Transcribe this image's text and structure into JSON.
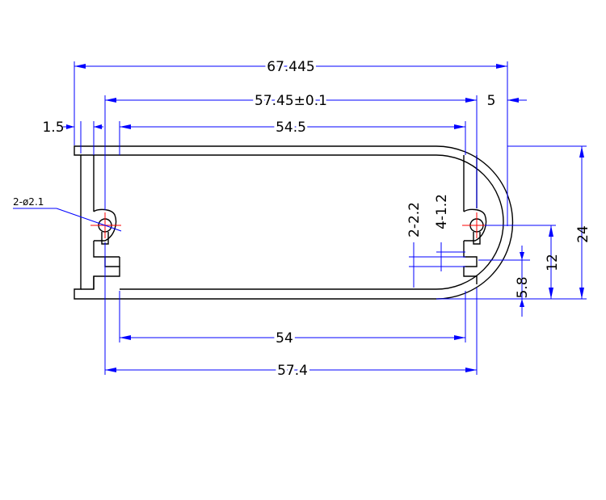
{
  "dimensions": {
    "overall_width": "67.445",
    "slot_span": "57.45±0.1",
    "tip_offset": "5",
    "wall_thickness": "1.5",
    "inner_top": "54.5",
    "hole_callout": "2-ø2.1",
    "gap_callout": "2-2.2",
    "web_callout": "4-1.2",
    "inner_bottom": "54",
    "outer_bottom": "57.4",
    "height": "24",
    "half_height": "12",
    "lower_offset": "5.8"
  },
  "colors": {
    "outline": "#000000",
    "dimension": "#0000ff",
    "centerline": "#ff0000"
  }
}
